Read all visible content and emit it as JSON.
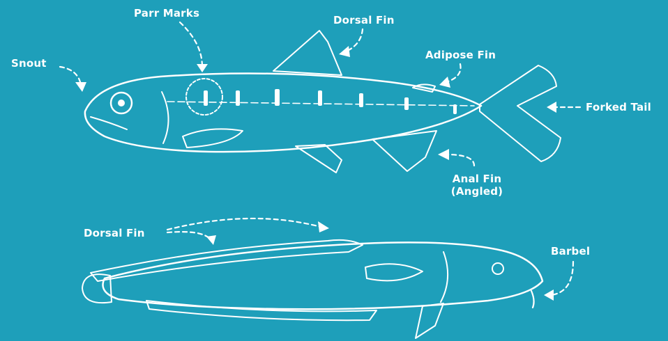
{
  "colors": {
    "background": "#1e9fba",
    "ink": "#ffffff"
  },
  "labels": {
    "parr_marks": "Parr Marks",
    "dorsal_fin_top": "Dorsal Fin",
    "snout": "Snout",
    "adipose_fin": "Adipose Fin",
    "forked_tail": "Forked Tail",
    "anal_fin_line1": "Anal Fin",
    "anal_fin_line2": "(Angled)",
    "dorsal_fin_bottom": "Dorsal Fin",
    "barbel": "Barbel"
  }
}
